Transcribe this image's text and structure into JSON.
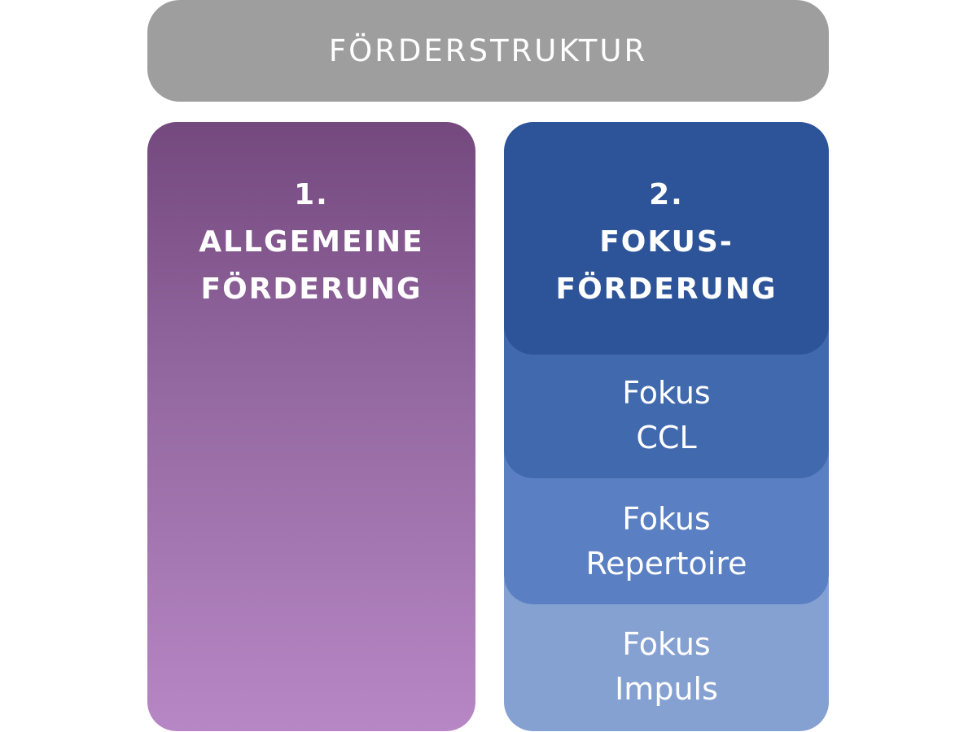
{
  "banner": {
    "title": "FÖRDERSTRUKTUR"
  },
  "left_card": {
    "number": "1.",
    "line1": "ALLGEMEINE",
    "line2": "FÖRDERUNG"
  },
  "right_card": {
    "number": "2.",
    "line1": "FOKUS-",
    "line2": "FÖRDERUNG",
    "sub_items": [
      {
        "line1": "Fokus",
        "line2": "CCL"
      },
      {
        "line1": "Fokus",
        "line2": "Repertoire"
      },
      {
        "line1": "Fokus",
        "line2": "Impuls"
      }
    ]
  },
  "colors": {
    "banner": "#9e9e9e",
    "purple_top": "#74497e",
    "purple_bottom": "#b787c5",
    "blue_header": "#2d5498",
    "blue_ccl": "#4169ae",
    "blue_repertoire": "#5a7fc3",
    "blue_impuls": "#85a1d2",
    "text": "#ffffff"
  }
}
